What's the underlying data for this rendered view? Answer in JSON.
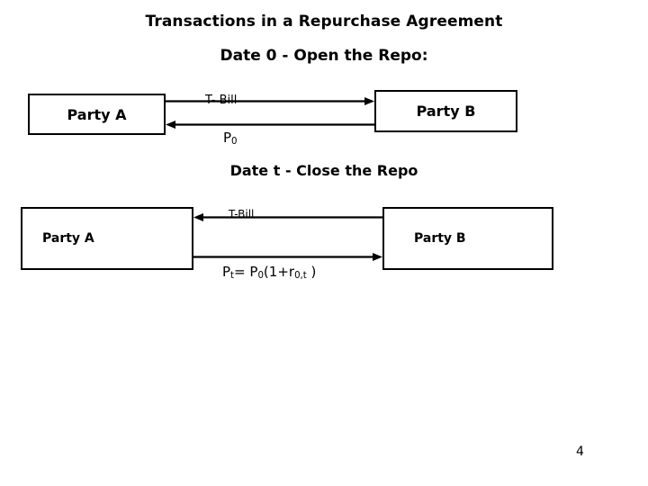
{
  "slide": {
    "title": "Transactions in a Repurchase Agreement",
    "page_number": "4",
    "colors": {
      "background": "#ffffff",
      "ink": "#000000",
      "box_border": "#000000"
    }
  },
  "sections": [
    {
      "heading": "Date  0  -  Open the Repo:",
      "left_party": "Party A",
      "right_party": "Party B",
      "top_arrow": {
        "label": "T- Bill",
        "direction": "right",
        "from": "Party A",
        "to": "Party B"
      },
      "bottom_arrow": {
        "label_base": "P",
        "label_sub": "0",
        "direction": "left",
        "from": "Party B",
        "to": "Party A"
      }
    },
    {
      "heading": "Date t  -  Close the Repo",
      "left_party": "Party A",
      "right_party": "Party B",
      "top_arrow": {
        "label": "T-Bill",
        "direction": "left",
        "from": "Party B",
        "to": "Party A"
      },
      "bottom_arrow": {
        "formula_parts": {
          "p_base": "P",
          "p_sub": "t",
          "equals": "=  ",
          "p0_base": "P",
          "p0_sub": "0",
          "open": "(1+r",
          "r_sub": "0,t",
          "close": " )"
        },
        "direction": "right",
        "from": "Party A",
        "to": "Party B"
      }
    }
  ]
}
